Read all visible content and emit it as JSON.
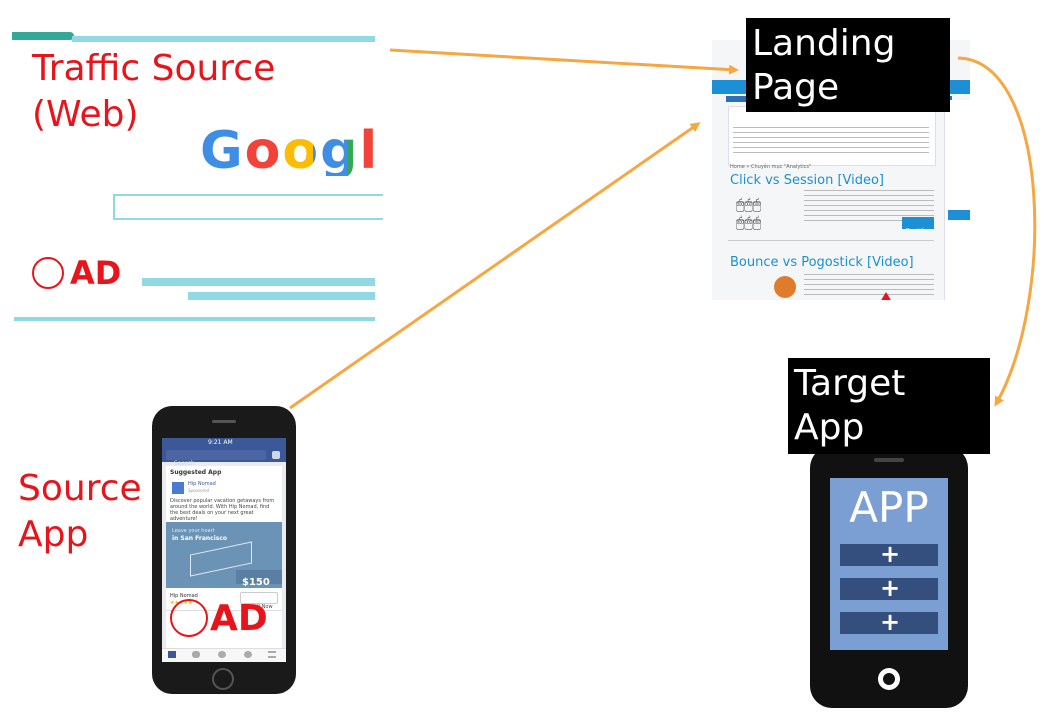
{
  "traffic_source": {
    "line1": "Traffic Source",
    "line2": "(Web)",
    "logo": "Googl",
    "ad": "AD"
  },
  "source_app": {
    "line1": "Source",
    "line2": "App",
    "phone": {
      "time": "9:21 AM",
      "search": "Search",
      "suggested": "Suggested App",
      "app_name": "Hip Nomad",
      "sponsored": "Sponsored",
      "body": "Discover popular vacation getaways from around the world. With Hip Nomad, find the best deals on your next great adventure!",
      "banner_line1": "Leave your heart",
      "banner_line2": "in San Francisco",
      "price": "$150",
      "install": "Install Now",
      "footer_name": "Hip Nomad",
      "tabs": [
        "News Feed",
        "Requests",
        "Messenger",
        "Notifications",
        "More"
      ]
    },
    "ad": "AD"
  },
  "landing_page": {
    "line1": "Landing",
    "line2": "Page",
    "content": {
      "post1_title": "Click vs Session [Video]",
      "post2_title": "Bounce vs Pogostick [Video]",
      "crumb": "Home » Chuyên mục \"Analytics\"",
      "read_more": "Đọc tiếp »"
    }
  },
  "target_app": {
    "line1": "Target",
    "line2": "App",
    "screen_title": "APP"
  },
  "colors": {
    "arrow": "#f5a742",
    "red": "#e8141b",
    "cyan": "#8fd8e4"
  }
}
